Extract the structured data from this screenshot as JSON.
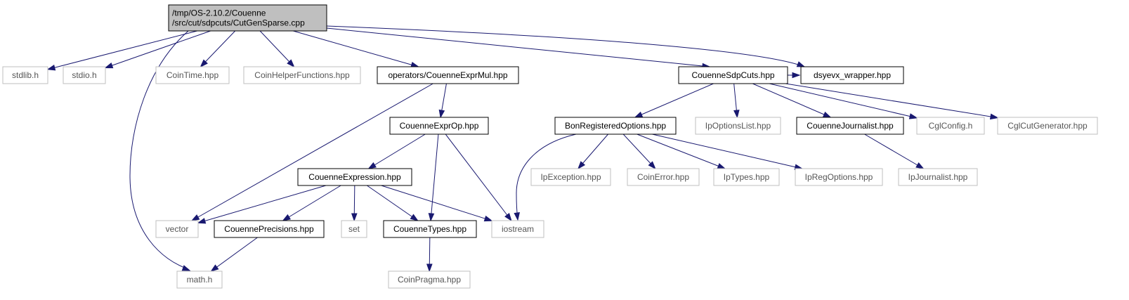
{
  "diagram": {
    "title": "",
    "colors": {
      "edge": "#191970",
      "root_fill": "#bfbfbf",
      "internal_border": "#000000",
      "external_border": "#bfbfbf",
      "background": "#ffffff"
    },
    "nodes": [
      {
        "id": "root",
        "kind": "root",
        "lines": [
          "/tmp/OS-2.10.2/Couenne",
          "/src/cut/sdpcuts/CutGenSparse.cpp"
        ]
      },
      {
        "id": "stdlib",
        "kind": "external",
        "lines": [
          "stdlib.h"
        ]
      },
      {
        "id": "stdio",
        "kind": "external",
        "lines": [
          "stdio.h"
        ]
      },
      {
        "id": "cointime",
        "kind": "external",
        "lines": [
          "CoinTime.hpp"
        ]
      },
      {
        "id": "coinhelper",
        "kind": "external",
        "lines": [
          "CoinHelperFunctions.hpp"
        ]
      },
      {
        "id": "exprmul",
        "kind": "internal",
        "lines": [
          "operators/CouenneExprMul.hpp"
        ]
      },
      {
        "id": "sdpcuts",
        "kind": "internal",
        "lines": [
          "CouenneSdpCuts.hpp"
        ]
      },
      {
        "id": "dsyevx",
        "kind": "internal",
        "lines": [
          "dsyevx_wrapper.hpp"
        ]
      },
      {
        "id": "exprop",
        "kind": "internal",
        "lines": [
          "CouenneExprOp.hpp"
        ]
      },
      {
        "id": "bonreg",
        "kind": "internal",
        "lines": [
          "BonRegisteredOptions.hpp"
        ]
      },
      {
        "id": "ipoptlist",
        "kind": "external",
        "lines": [
          "IpOptionsList.hpp"
        ]
      },
      {
        "id": "journalist",
        "kind": "internal",
        "lines": [
          "CouenneJournalist.hpp"
        ]
      },
      {
        "id": "cglconfig",
        "kind": "external",
        "lines": [
          "CglConfig.h"
        ]
      },
      {
        "id": "cglcutgen",
        "kind": "external",
        "lines": [
          "CglCutGenerator.hpp"
        ]
      },
      {
        "id": "expression",
        "kind": "internal",
        "lines": [
          "CouenneExpression.hpp"
        ]
      },
      {
        "id": "ipexception",
        "kind": "external",
        "lines": [
          "IpException.hpp"
        ]
      },
      {
        "id": "coinerror",
        "kind": "external",
        "lines": [
          "CoinError.hpp"
        ]
      },
      {
        "id": "iptypes",
        "kind": "external",
        "lines": [
          "IpTypes.hpp"
        ]
      },
      {
        "id": "ipregoptions",
        "kind": "external",
        "lines": [
          "IpRegOptions.hpp"
        ]
      },
      {
        "id": "ipjournalist",
        "kind": "external",
        "lines": [
          "IpJournalist.hpp"
        ]
      },
      {
        "id": "vector",
        "kind": "external",
        "lines": [
          "vector"
        ]
      },
      {
        "id": "precisions",
        "kind": "internal",
        "lines": [
          "CouennePrecisions.hpp"
        ]
      },
      {
        "id": "set",
        "kind": "external",
        "lines": [
          "set"
        ]
      },
      {
        "id": "types",
        "kind": "internal",
        "lines": [
          "CouenneTypes.hpp"
        ]
      },
      {
        "id": "iostream",
        "kind": "external",
        "lines": [
          "iostream"
        ]
      },
      {
        "id": "math",
        "kind": "external",
        "lines": [
          "math.h"
        ]
      },
      {
        "id": "coinpragma",
        "kind": "external",
        "lines": [
          "CoinPragma.hpp"
        ]
      }
    ],
    "edges": [
      {
        "from": "root",
        "to": "stdlib"
      },
      {
        "from": "root",
        "to": "stdio"
      },
      {
        "from": "root",
        "to": "math"
      },
      {
        "from": "root",
        "to": "cointime"
      },
      {
        "from": "root",
        "to": "coinhelper"
      },
      {
        "from": "root",
        "to": "exprmul"
      },
      {
        "from": "root",
        "to": "sdpcuts"
      },
      {
        "from": "root",
        "to": "dsyevx"
      },
      {
        "from": "exprmul",
        "to": "vector"
      },
      {
        "from": "exprmul",
        "to": "exprop"
      },
      {
        "from": "exprop",
        "to": "expression"
      },
      {
        "from": "exprop",
        "to": "types"
      },
      {
        "from": "exprop",
        "to": "iostream"
      },
      {
        "from": "expression",
        "to": "vector"
      },
      {
        "from": "expression",
        "to": "precisions"
      },
      {
        "from": "expression",
        "to": "set"
      },
      {
        "from": "expression",
        "to": "types"
      },
      {
        "from": "expression",
        "to": "iostream"
      },
      {
        "from": "precisions",
        "to": "math"
      },
      {
        "from": "types",
        "to": "coinpragma"
      },
      {
        "from": "sdpcuts",
        "to": "bonreg"
      },
      {
        "from": "sdpcuts",
        "to": "ipoptlist"
      },
      {
        "from": "sdpcuts",
        "to": "journalist"
      },
      {
        "from": "sdpcuts",
        "to": "cglconfig"
      },
      {
        "from": "sdpcuts",
        "to": "cglcutgen"
      },
      {
        "from": "sdpcuts",
        "to": "dsyevx"
      },
      {
        "from": "bonreg",
        "to": "iostream"
      },
      {
        "from": "bonreg",
        "to": "ipexception"
      },
      {
        "from": "bonreg",
        "to": "coinerror"
      },
      {
        "from": "bonreg",
        "to": "iptypes"
      },
      {
        "from": "bonreg",
        "to": "ipregoptions"
      },
      {
        "from": "journalist",
        "to": "ipjournalist"
      }
    ]
  }
}
